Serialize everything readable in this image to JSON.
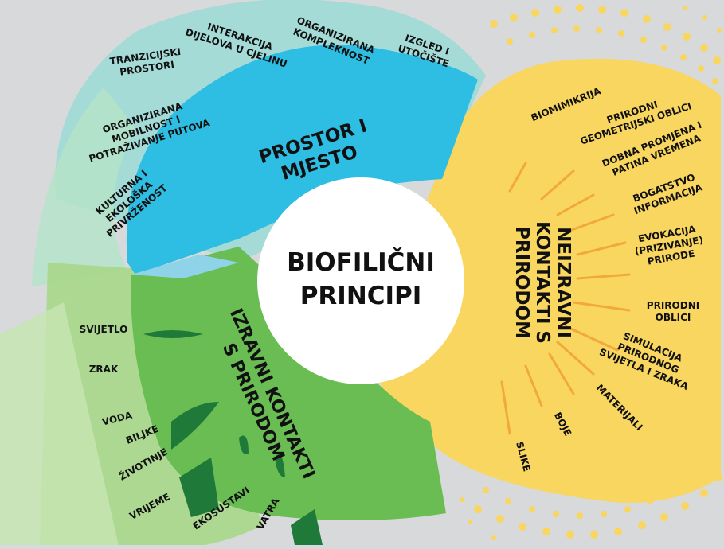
{
  "center": {
    "line1": "BIOFILIČNI",
    "line2": "PRINCIPI"
  },
  "categories": {
    "space": {
      "title_line1": "PROSTOR I",
      "title_line2": "MJESTO",
      "color": "#2ebde3"
    },
    "indirect": {
      "title_line1": "NEIZRAVNI",
      "title_line2": "KONTAKTI S",
      "title_line3": "PRIRODOM",
      "color": "#f9d65f"
    },
    "direct": {
      "title_line1": "IZRAVNI KONTAKTI",
      "title_line2": "S PRIRODOM",
      "color": "#69bd52"
    }
  },
  "space_items": {
    "tranzicijski_1": "TRANZICIJSKI",
    "tranzicijski_2": "PROSTORI",
    "interakcija_1": "INTERAKCIJA",
    "interakcija_2": "DIJELOVA U CJELINU",
    "organizirana_1": "ORGANIZIRANA",
    "organizirana_2": "KOMPLEKNOST",
    "izgled_1": "IZGLED I",
    "izgled_2": "UTOČIŠTE",
    "mobilnost_1": "ORGANIZIRANA",
    "mobilnost_2": "MOBILNOST I",
    "mobilnost_3": "POTRAŽIVANJE PUTOVA",
    "kulturna_1": "KULTURNA I",
    "kulturna_2": "EKOLOŠKA",
    "kulturna_3": "PRIVRŽENOST"
  },
  "indirect_items": {
    "biomimikrija": "BIOMIMIKRIJA",
    "geom_1": "PRIRODNI",
    "geom_2": "GEOMETRIJSKI OBLICI",
    "patina_1": "DOBNA PROMJENA I",
    "patina_2": "PATINA VREMENA",
    "bogatstvo_1": "BOGATSTVO",
    "bogatstvo_2": "INFORMACIJA",
    "evok_1": "EVOKACIJA",
    "evok_2": "(PRIZIVANJE)",
    "evok_3": "PRIRODE",
    "oblici_1": "PRIRODNI",
    "oblici_2": "OBLICI",
    "sim_1": "SIMULACIJA",
    "sim_2": "PRIRODNOG",
    "sim_3": "SVIJETLA I ZRAKA",
    "materijali": "MATERIJALI",
    "boje": "BOJE",
    "slike": "SLIKE"
  },
  "direct_items": {
    "svijetlo": "SVIJETLO",
    "zrak": "ZRAK",
    "voda": "VODA",
    "biljke": "BILJKE",
    "zivotinje": "ŽIVOTINJE",
    "vrijeme": "VRIJEME",
    "ekosustavi": "EKOSUSTAVI",
    "vatra": "VATRA"
  }
}
